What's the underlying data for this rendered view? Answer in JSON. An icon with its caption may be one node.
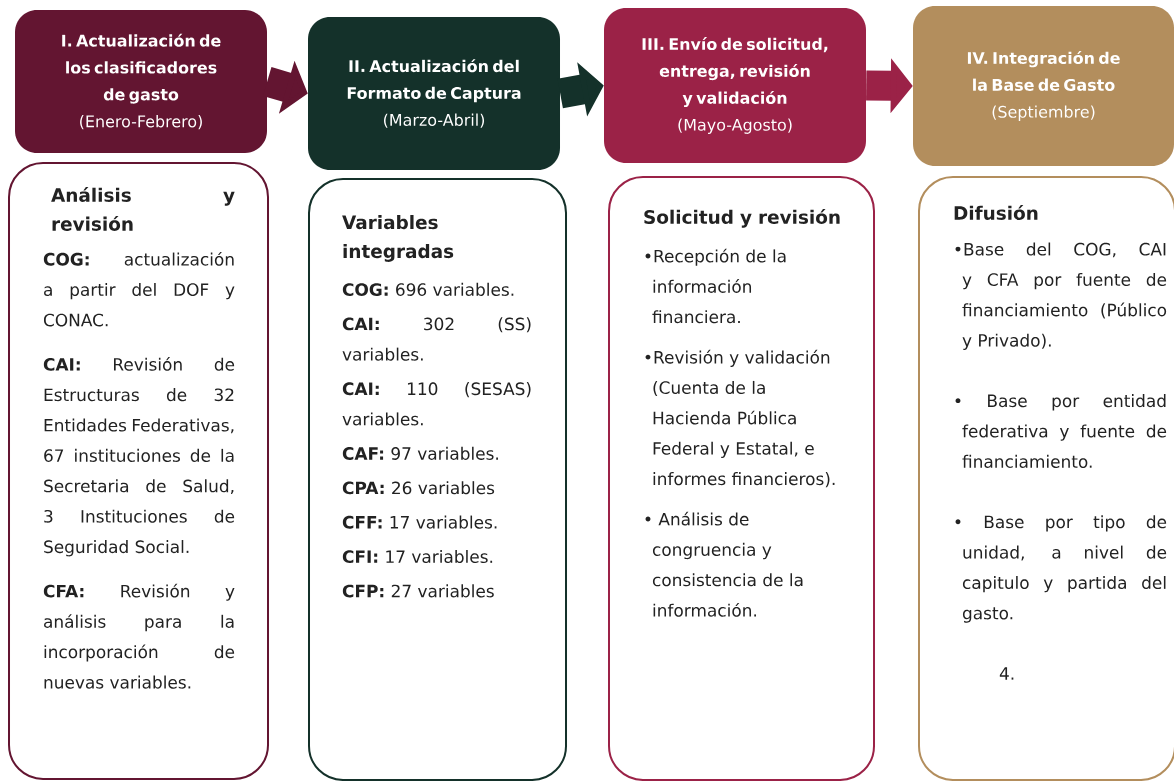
{
  "diagram": {
    "nodes": [
      {
        "text": [
          "I. Actualización de los clasificadores de gasto",
          "(Enero-Febrero)"
        ]
      },
      {
        "text": [
          "II. Actualización del Formato de Captura",
          "(Marzo-Abril)"
        ]
      },
      {
        "text": [
          "III. Envío de solicitud, entrega, revisión y validación",
          "(Mayo-Agosto)"
        ]
      },
      {
        "text": [
          "IV. Integración de la Base de Gasto",
          "(Septiembre)"
        ]
      },
      {
        "text": [
          "Análisis y revisión",
          "**COG:** actualización a partir del DOF y CONAC.",
          "**CAI:** Revisión de Estructuras de 32 Entidades Federativas, 67 instituciones de la Secretaria de Salud, 3 Instituciones de Seguridad Social.",
          "**CFA:** Revisión y análisis para la incorporación de nuevas variables."
        ]
      },
      {
        "text": [
          "Variables integradas",
          "**COG:** 696 variables.",
          "**CAI:** 302 (SS) variables.",
          "**CAI:** 110 (SESAS) variables.",
          "**CAF:** 97 variables.",
          "**CPA:** 26 variables",
          "**CFF:** 17 variables.",
          "**CFI:** 17 variables.",
          "**CFP:** 27 variables"
        ]
      },
      {
        "text": [
          "Solicitud y revisión",
          "•Recepción de la información financiera.",
          "•Revisión y validación (Cuenta de la Hacienda Pública Federal y Estatal, e informes financieros).",
          "• Análisis de congruencia y consistencia de la información."
        ]
      },
      {
        "text": [
          "Difusión",
          "•Base del COG, CAI y CFA por fuente de financiamiento (Público y Privado).",
          "• Base por entidad federativa y fuente de financiamiento.",
          "• Base por tipo de unidad, a nivel de capitulo y partida del gasto.",
          "4."
        ]
      }
    ],
    "edges": [
      {
        "from": 0,
        "to": 1,
        "arrow": "to",
        "color": "#631531"
      },
      {
        "from": 1,
        "to": 2,
        "arrow": "to",
        "color": "#14312a"
      },
      {
        "from": 2,
        "to": 3,
        "arrow": "to",
        "color": "#9b2247"
      }
    ]
  }
}
